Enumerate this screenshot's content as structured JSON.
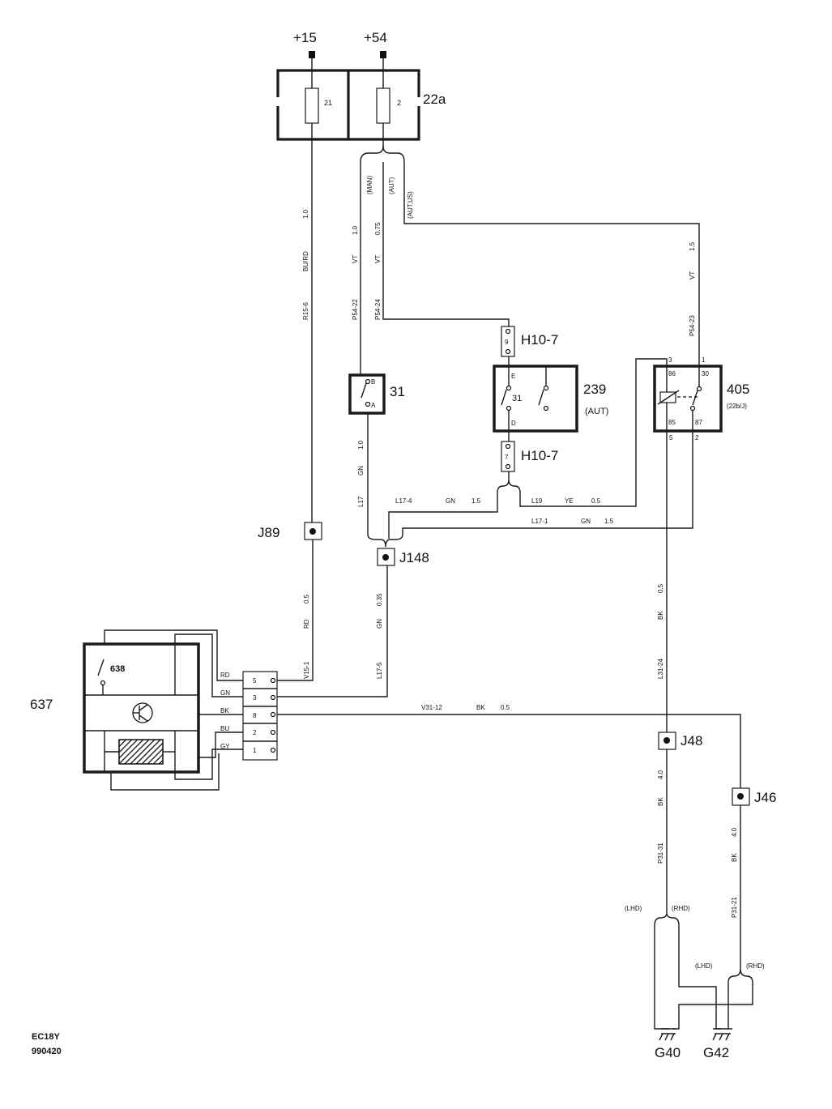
{
  "supply": {
    "plus15": "+15",
    "plus54": "+54"
  },
  "fusebox": {
    "label": "22a",
    "fuse1": "21",
    "fuse2": "2"
  },
  "branch": {
    "man": "(MAN)",
    "aut": "(AUT)",
    "aut_us": "(AUT,US)"
  },
  "wires": {
    "r15_6": {
      "id": "R15-6",
      "color": "BU/RD",
      "size": "1.0"
    },
    "p54_22": {
      "id": "P54-22",
      "color": "VT",
      "size": "1.0"
    },
    "p54_24": {
      "id": "P54-24",
      "color": "VT",
      "size": "0.75"
    },
    "p54_23": {
      "id": "P54-23",
      "color": "VT",
      "size": "1.5"
    },
    "l17_upper": {
      "id": "L17",
      "color": "GN",
      "size": "1.0"
    },
    "l17_4": {
      "id": "L17-4",
      "color": "GN",
      "size": "1.5"
    },
    "l19": {
      "id": "L19",
      "color": "YE",
      "size": "0.5"
    },
    "l17_1": {
      "id": "L17-1",
      "color": "GN",
      "size": "1.5"
    },
    "v15_1": {
      "id": "V15-1",
      "color": "RD",
      "size": "0.5"
    },
    "l17_5": {
      "id": "L17-5",
      "color": "GN",
      "size": "0.35"
    },
    "l31_24": {
      "id": "L31-24",
      "color": "BK",
      "size": "0.5"
    },
    "v31_12": {
      "id": "V31-12",
      "color": "BK",
      "size": "0.5"
    },
    "p31_31": {
      "id": "P31-31",
      "color": "BK",
      "size": "4.0"
    },
    "p31_21": {
      "id": "P31-21",
      "color": "BK",
      "size": "4.0"
    }
  },
  "connector_h10_7": {
    "label": "H10-7",
    "pin_top": "9",
    "pin_bottom": "7"
  },
  "switch31": {
    "label": "31",
    "pin_b": "B",
    "pin_a": "A"
  },
  "module239": {
    "label": "239",
    "sub": "(AUT)",
    "inner": "31",
    "pin_e": "E",
    "pin_d": "D"
  },
  "relay405": {
    "label": "405",
    "sub": "(22b/J)",
    "p86": "86",
    "p30": "30",
    "p85": "85",
    "p87": "87",
    "pin3": "3",
    "pin1": "1",
    "pin5": "5",
    "pin2": "2"
  },
  "joints": {
    "j89": "J89",
    "j148": "J148",
    "j48": "J48",
    "j46": "J46"
  },
  "module637": {
    "label": "637",
    "sub": "638",
    "pins": [
      {
        "color": "RD",
        "num": "5"
      },
      {
        "color": "GN",
        "num": "3"
      },
      {
        "color": "BK",
        "num": "8"
      },
      {
        "color": "BU",
        "num": "2"
      },
      {
        "color": "GY",
        "num": "1"
      }
    ]
  },
  "grounds": {
    "g40": "G40",
    "g42": "G42",
    "lhd": "(LHD)",
    "rhd": "(RHD)"
  },
  "footer": {
    "code": "EC18Y",
    "date": "990420"
  }
}
